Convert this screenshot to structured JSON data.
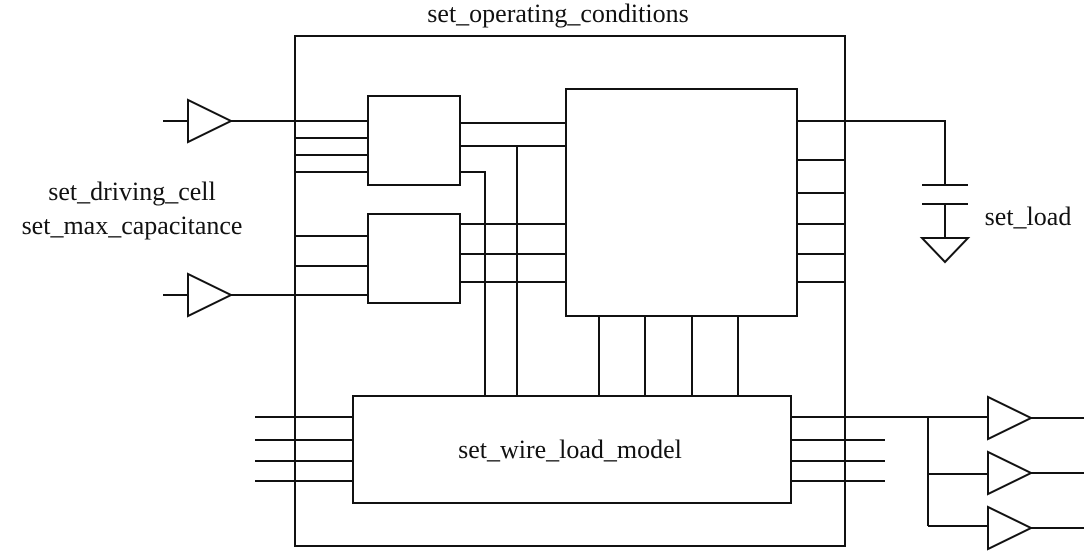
{
  "labels": {
    "top": "set_operating_conditions",
    "left_line1": "set_driving_cell",
    "left_line2": "set_max_capacitance",
    "right": "set_load",
    "bottom_block": "set_wire_load_model"
  },
  "colors": {
    "stroke": "#111111",
    "background": "#ffffff"
  }
}
